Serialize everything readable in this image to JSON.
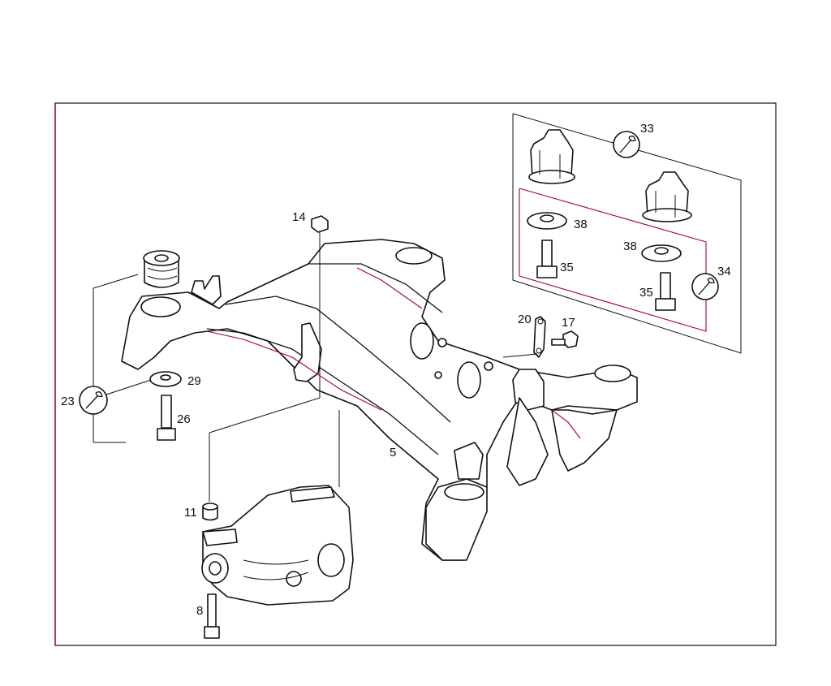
{
  "colors": {
    "frame": "#a0003a",
    "ink": "#111111",
    "background": "#ffffff"
  },
  "diagram": {
    "kind": "exploded parts diagram",
    "callouts": {
      "n5": "5",
      "n8": "8",
      "n11": "11",
      "n14": "14",
      "n17": "17",
      "n20": "20",
      "n23": "23",
      "n26": "26",
      "n29": "29",
      "n33": "33",
      "n34": "34",
      "n35a": "35",
      "n35b": "35",
      "n38a": "38",
      "n38b": "38"
    },
    "icons": [
      "wrench-icon",
      "wrench-icon",
      "wrench-icon"
    ]
  }
}
